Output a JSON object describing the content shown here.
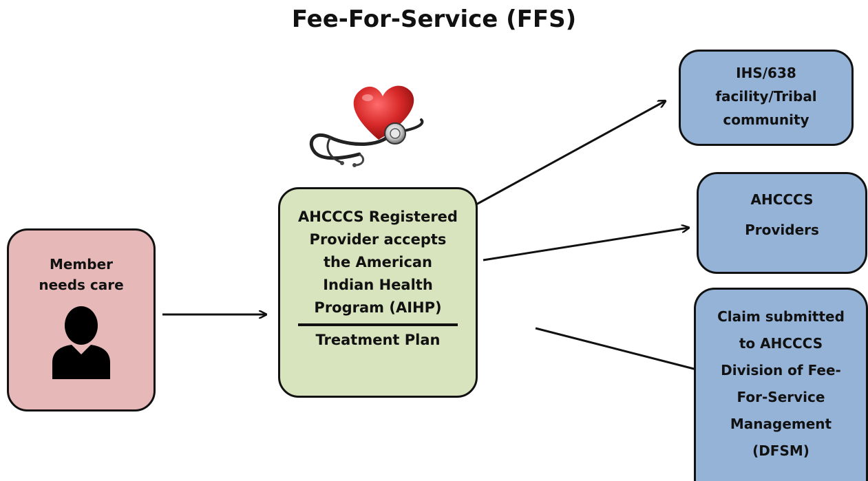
{
  "title": "Fee-For-Service (FFS)",
  "member": {
    "line1": "Member",
    "line2": "needs care",
    "icon": "person-icon"
  },
  "provider": {
    "lines": [
      "AHCCCS Registered",
      "Provider accepts",
      "the American",
      "Indian Health",
      "Program (AIHP)"
    ],
    "treatment": "Treatment Plan"
  },
  "ihs": {
    "lines": [
      "IHS/638",
      "facility/Tribal",
      "community"
    ]
  },
  "ahcccs_providers": {
    "line1": "AHCCCS",
    "line2": "Providers"
  },
  "claim": {
    "lines": [
      "Claim submitted",
      "to AHCCCS",
      "Division of Fee-",
      "For-Service",
      "Management",
      "(DFSM)"
    ]
  },
  "illustration": "heart-stethoscope-icon",
  "colors": {
    "member_fill": "#e6b8b7",
    "provider_fill": "#d7e4bd",
    "destination_fill": "#95b3d7",
    "heart": "#d62828"
  }
}
